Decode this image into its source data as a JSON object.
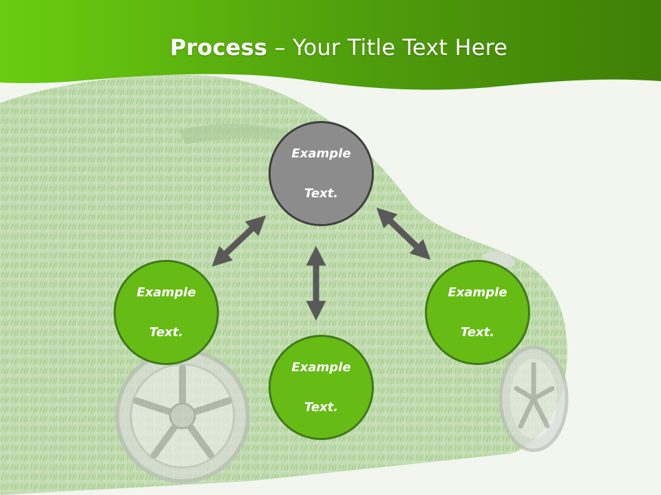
{
  "title": {
    "bold": "Process",
    "rest": " – Your Title Text Here"
  },
  "nodes": [
    {
      "id": "top",
      "line1": "Example",
      "line2": "Text."
    },
    {
      "id": "left",
      "line1": "Example",
      "line2": "Text."
    },
    {
      "id": "bottom",
      "line1": "Example",
      "line2": "Text."
    },
    {
      "id": "right",
      "line1": "Example",
      "line2": "Text."
    }
  ],
  "colors": {
    "header_green": "#5cb80f",
    "node_green": "#66bb15",
    "node_gray": "#8c8c8c",
    "arrow": "#595959"
  }
}
